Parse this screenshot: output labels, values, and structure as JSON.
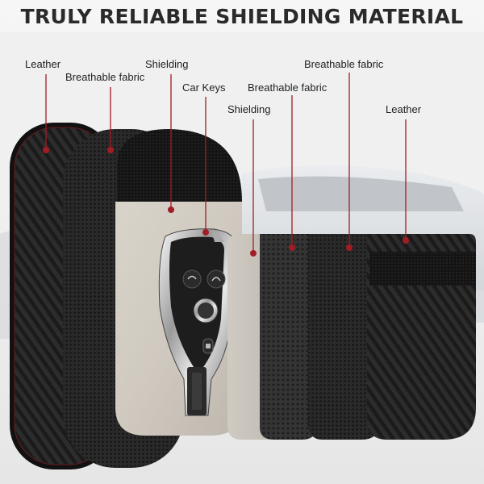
{
  "headline": "TRULY RELIABLE SHIELDING MATERIAL",
  "layers": [
    {
      "label": "Leather"
    },
    {
      "label": "Breathable fabric"
    },
    {
      "label": "Shielding"
    },
    {
      "label": "Car Keys"
    },
    {
      "label": "Breathable fabric"
    },
    {
      "label": "Shielding"
    },
    {
      "label": "Breathable fabric"
    },
    {
      "label": "Leather"
    }
  ],
  "colors": {
    "accent_line": "#a01d24",
    "marker_dot": "#a01d24",
    "headline": "#2a2a2a"
  },
  "icons": [
    "car-key-fob-icon",
    "unlock-icon",
    "lock-icon",
    "trunk-icon"
  ]
}
